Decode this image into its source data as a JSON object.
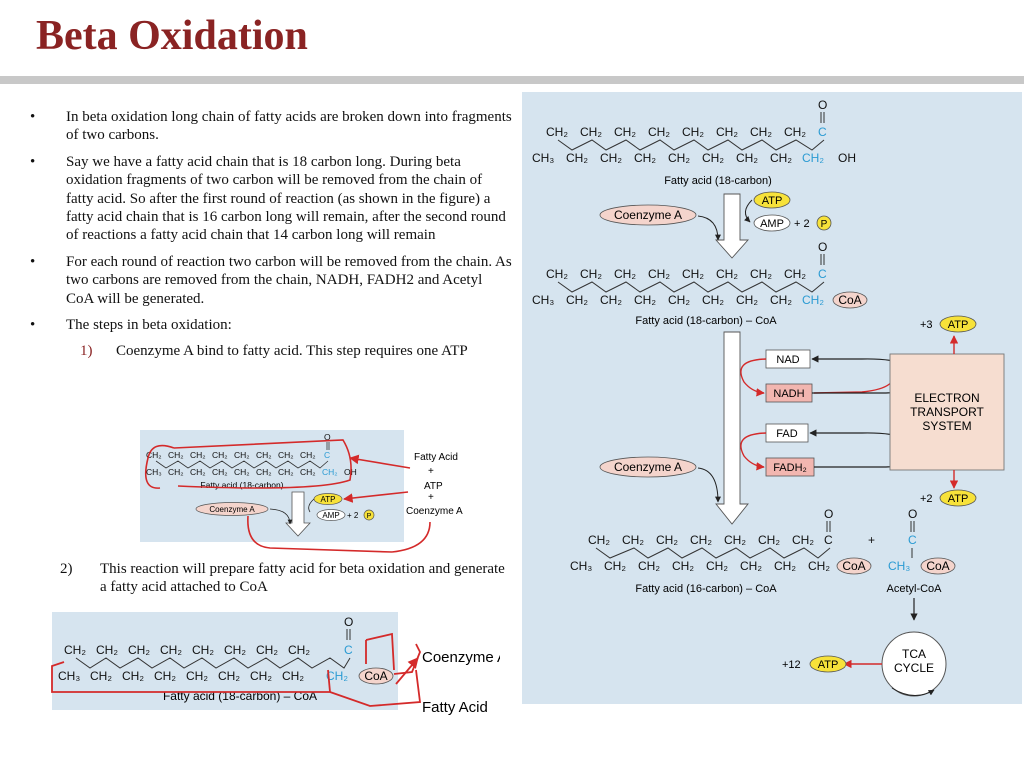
{
  "slide": {
    "title": "Beta Oxidation"
  },
  "bullets": [
    "In beta oxidation long chain of fatty acids are broken down into fragments of two carbons.",
    "Say we have a fatty acid chain that is 18 carbon long. During beta oxidation fragments of two carbon will be removed from the chain of fatty acid.  So after the first round of reaction (as shown in the figure) a fatty acid chain that is 16 carbon long will remain, after the second round of reactions a fatty acid chain that 14 carbon long will remain",
    "For each round of reaction two carbon will be removed from the chain.  As two carbons are removed from the chain, NADH, FADH2 and Acetyl CoA will be generated.",
    "The steps in beta oxidation:"
  ],
  "steps": [
    {
      "num": "1)",
      "text": "Coenzyme A bind to fatty acid. This step requires one ATP"
    },
    {
      "num": "2)",
      "text": "This reaction will prepare fatty acid for beta oxidation and generate a fatty acid attached to CoA"
    }
  ],
  "chem": {
    "ch2": "CH₂",
    "ch3": "CH₃",
    "c": "C",
    "o": "O",
    "oh": "OH",
    "coa": "CoA",
    "atp": "ATP",
    "amp": "AMP",
    "p": "P",
    "plus2": "+ 2",
    "plus": "+",
    "coenzyme_a": "Coenzyme A",
    "nad": "NAD",
    "nadh": "NADH",
    "fad": "FAD",
    "fadh2": "FADH₂",
    "ets": [
      "ELECTRON",
      "TRANSPORT",
      "SYSTEM"
    ],
    "tca": [
      "TCA",
      "CYCLE"
    ],
    "plus3": "+3",
    "plus2b": "+2",
    "plus12": "+12",
    "fa18": "Fatty acid (18-carbon)",
    "fa18coa": "Fatty acid (18-carbon) – CoA",
    "fa16coa": "Fatty acid (16-carbon) – CoA",
    "acetylcoa": "Acetyl-CoA"
  },
  "annotations": {
    "fatty_acid": "Fatty Acid",
    "plus": "+",
    "atp": "ATP",
    "coenzyme_a": "Coenzyme A"
  },
  "colors": {
    "title": "#8a2323",
    "panel": "#d6e4ef",
    "red": "#d42a2a",
    "carbon_blue": "#2b9bd3",
    "atp_yellow": "#f7e23a",
    "ets_fill": "#f6ddd0"
  }
}
